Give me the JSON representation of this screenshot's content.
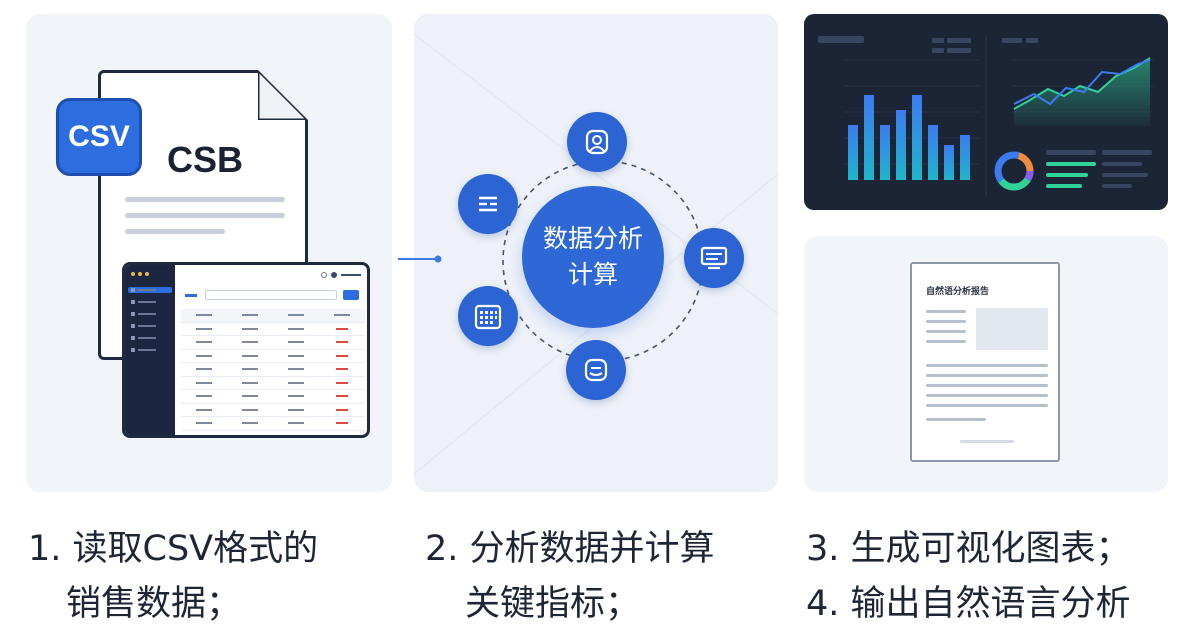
{
  "step1": {
    "badge_text": "CSV",
    "doc_title": "CSB",
    "caption_line1": "1. 读取CSV格式的",
    "caption_line2": "销售数据；"
  },
  "step2": {
    "hub_line1": "数据分析",
    "hub_line2": "计算",
    "node_icons": [
      "user-badge-icon",
      "list-icon",
      "monitor-icon",
      "calendar-grid-icon",
      "database-icon"
    ],
    "caption_line1": "2. 分析数据并计算",
    "caption_line2": "关键指标；"
  },
  "step3": {
    "report_title": "自然语分析报告",
    "caption_line1": "3. 生成可视化图表；",
    "caption_line2": "4. 输出自然语言分析"
  },
  "colors": {
    "accent": "#2e68d6",
    "dashboard_bg": "#1c2536",
    "bar_top": "#3d7bf0",
    "bar_bottom": "#1fb5c9",
    "line_green": "#2fd39a"
  },
  "chart_data": {
    "type": "bar",
    "values": [
      0.55,
      0.85,
      0.55,
      0.7,
      0.85,
      0.55,
      0.35,
      0.45
    ]
  }
}
